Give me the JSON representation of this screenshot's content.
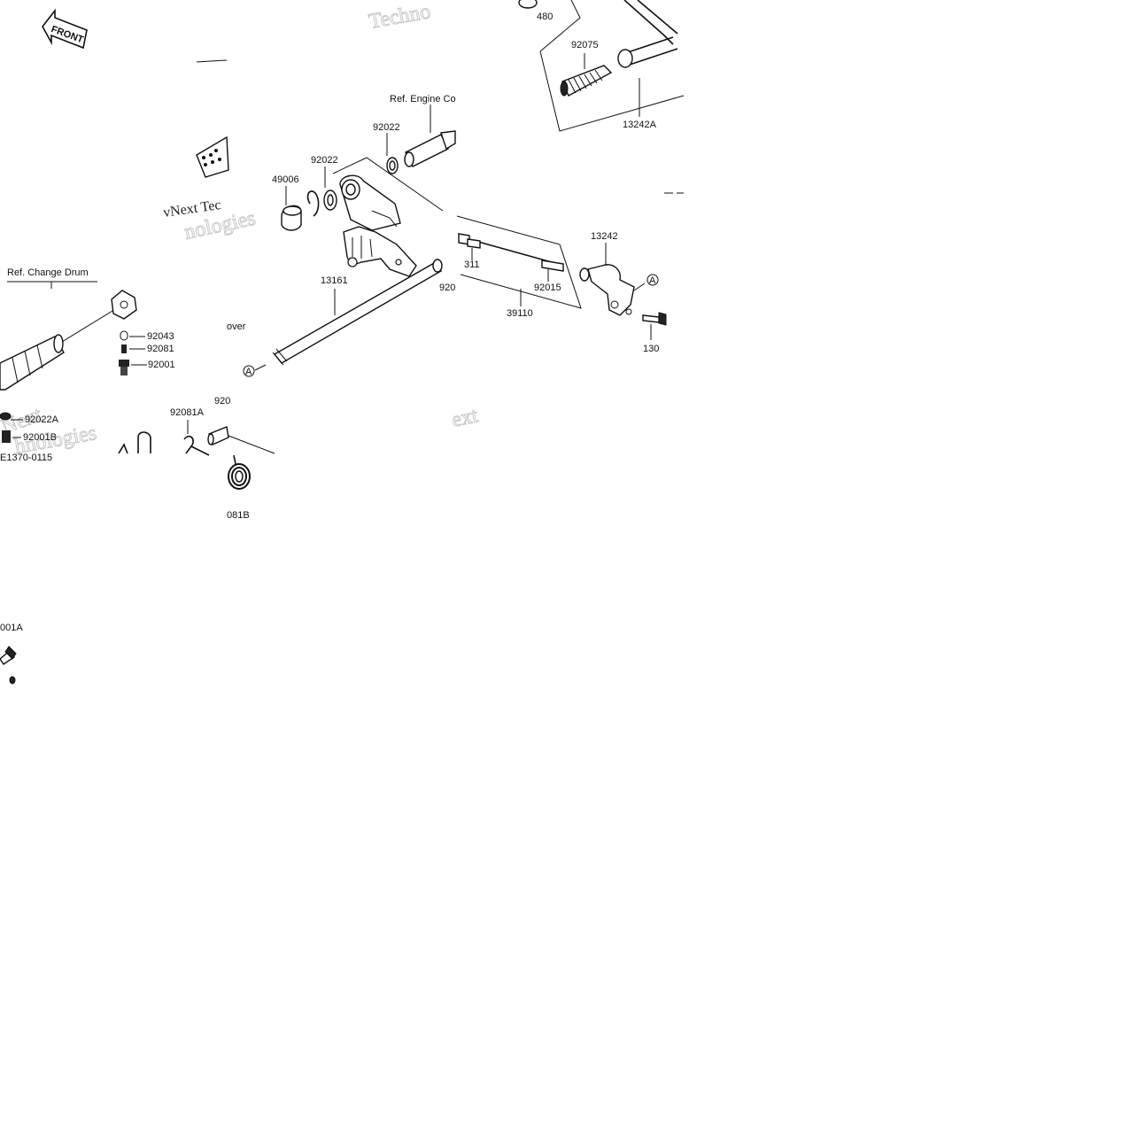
{
  "front_badge": "FRONT",
  "refs": {
    "engine_cover": "Ref.  Engine Co",
    "change_drum": "Ref.  Change Drum",
    "cover_partial": "over"
  },
  "parts": {
    "p480": "480",
    "p92075": "92075",
    "p13242A": "13242A",
    "p92022_a": "92022",
    "p92022_b": "92022",
    "p49006": "49006",
    "p13242": "13242",
    "p311": "311",
    "p92015": "92015",
    "p92_partial": "920",
    "p39110": "39110",
    "p13161": "13161",
    "p130": "130",
    "p92043": "92043",
    "p92081": "92081",
    "p92001": "92001",
    "p92022A": "92022A",
    "p92001B": "92001B",
    "p92081A": "92081A",
    "p92_partial2": "920",
    "p081B": "081B",
    "p001A": "001A"
  },
  "callout_mark": "A",
  "diagram_code": "E1370-0115",
  "watermarks": {
    "top": "Techno",
    "mid": "vNext Tec",
    "mid2": "nologies",
    "low": "Next",
    "low2": "hnologies",
    "right": "ext"
  }
}
